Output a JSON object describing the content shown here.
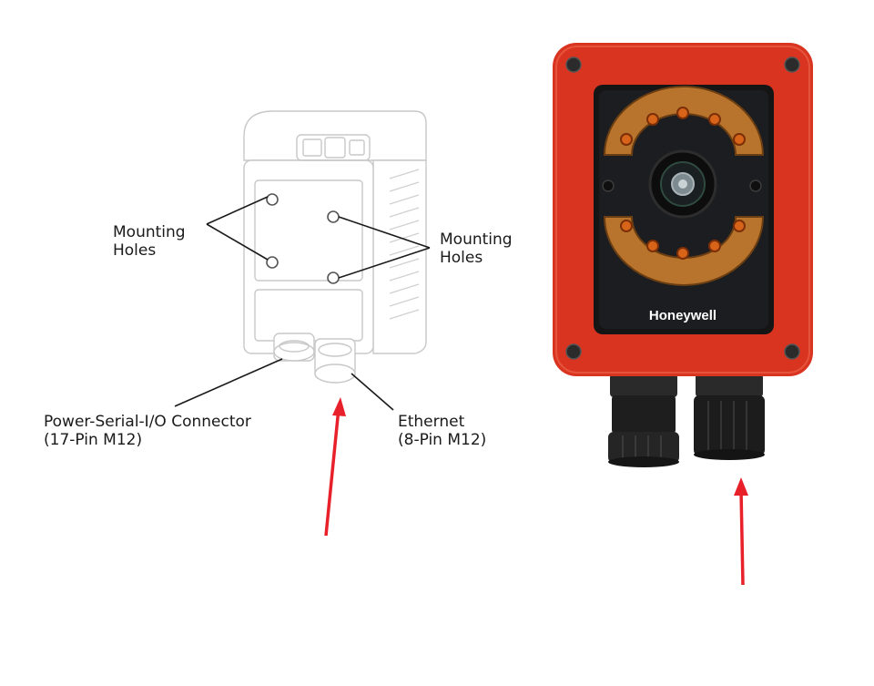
{
  "diagram": {
    "labels": {
      "mounting_holes_left_1": "Mounting",
      "mounting_holes_left_2": "Holes",
      "mounting_holes_right_1": "Mounting",
      "mounting_holes_right_2": "Holes",
      "power_connector_1": "Power-Serial-I/O Connector",
      "power_connector_2": "(17-Pin M12)",
      "ethernet_1": "Ethernet",
      "ethernet_2": "(8-Pin M12)"
    },
    "brand_logo": "Honeywell"
  },
  "colors": {
    "housing_red": "#d9341f",
    "arrow_red": "#e8202a",
    "lens_amber": "#b8742c",
    "led_orange": "#d8641a"
  }
}
